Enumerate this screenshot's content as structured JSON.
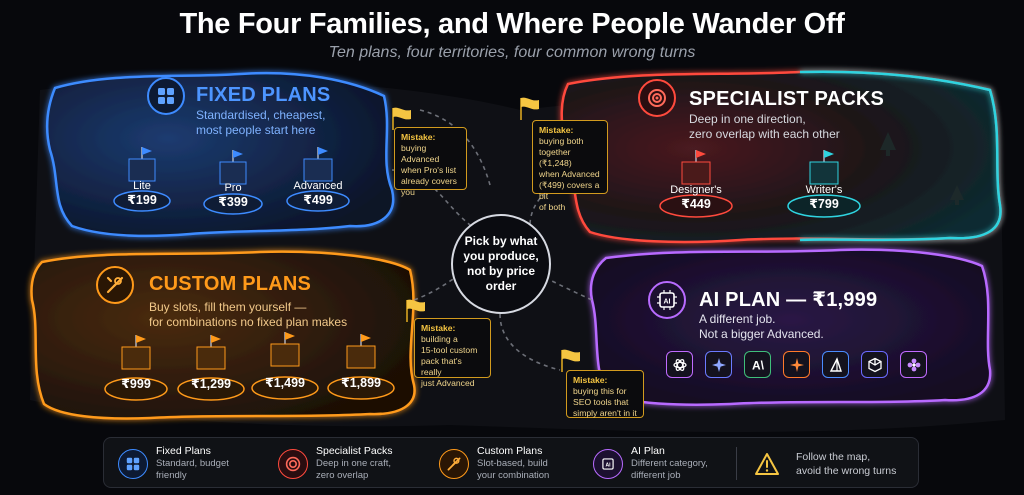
{
  "header": {
    "title": "The Four Families, and Where People Wander Off",
    "subtitle": "Ten plans, four territories, four common wrong turns"
  },
  "colors": {
    "fixed": "#3d8bff",
    "specialist": "#ff4a3d",
    "specialist_alt": "#2fd4e0",
    "custom": "#ff9a1a",
    "ai": "#b86bff",
    "mistake": "#f5c542"
  },
  "regions": {
    "fixed": {
      "icon": "grid-icon",
      "title": "FIXED PLANS",
      "desc_line1": "Standardised, cheapest,",
      "desc_line2": "most people start here",
      "plans": [
        {
          "name": "Lite",
          "price": "₹199"
        },
        {
          "name": "Pro",
          "price": "₹399"
        },
        {
          "name": "Advanced",
          "price": "₹499"
        }
      ]
    },
    "specialist": {
      "icon": "target-icon",
      "title": "SPECIALIST PACKS",
      "desc_line1": "Deep in one direction,",
      "desc_line2": "zero overlap with each other",
      "plans": [
        {
          "name": "Designer's",
          "price": "₹449"
        },
        {
          "name": "Writer's",
          "price": "₹799"
        }
      ]
    },
    "custom": {
      "icon": "tools-icon",
      "title": "CUSTOM PLANS",
      "desc_line1": "Buy slots, fill them yourself —",
      "desc_line2": "for combinations no fixed plan makes",
      "plans": [
        {
          "price": "₹999"
        },
        {
          "price": "₹1,299"
        },
        {
          "price": "₹1,499"
        },
        {
          "price": "₹1,899"
        }
      ]
    },
    "ai": {
      "icon": "ai-chip-icon",
      "title": "AI PLAN — ₹1,999",
      "desc_line1": "A different job.",
      "desc_line2": "Not a bigger Advanced.",
      "tools": [
        "openai-icon",
        "sparkle-icon",
        "anthropic-icon",
        "claude-star-icon",
        "sail-icon",
        "cube-icon",
        "flower-icon"
      ]
    }
  },
  "center": {
    "line1": "Pick by what",
    "line2": "you produce,",
    "line3": "not by price",
    "line4": "order"
  },
  "mistakes": [
    {
      "label": "Mistake:",
      "lines": [
        "buying Advanced",
        "when Pro's list",
        "already covers",
        "you"
      ]
    },
    {
      "label": "Mistake:",
      "lines": [
        "buying both",
        "together (₹1,248)",
        "when Advanced",
        "(₹499) covers a bit",
        "of both"
      ]
    },
    {
      "label": "Mistake:",
      "lines": [
        "building a",
        "15-tool custom",
        "pack that's really",
        "just Advanced"
      ]
    },
    {
      "label": "Mistake:",
      "lines": [
        "buying this for",
        "SEO tools that",
        "simply aren't in it"
      ]
    }
  ],
  "legend": {
    "items": [
      {
        "title": "Fixed Plans",
        "line1": "Standard, budget",
        "line2": "friendly"
      },
      {
        "title": "Specialist Packs",
        "line1": "Deep in one craft,",
        "line2": "zero overlap"
      },
      {
        "title": "Custom Plans",
        "line1": "Slot-based, build",
        "line2": "your combination"
      },
      {
        "title": "AI Plan",
        "line1": "Different category,",
        "line2": "different job"
      }
    ],
    "note_line1": "Follow the map,",
    "note_line2": "avoid the wrong turns"
  }
}
